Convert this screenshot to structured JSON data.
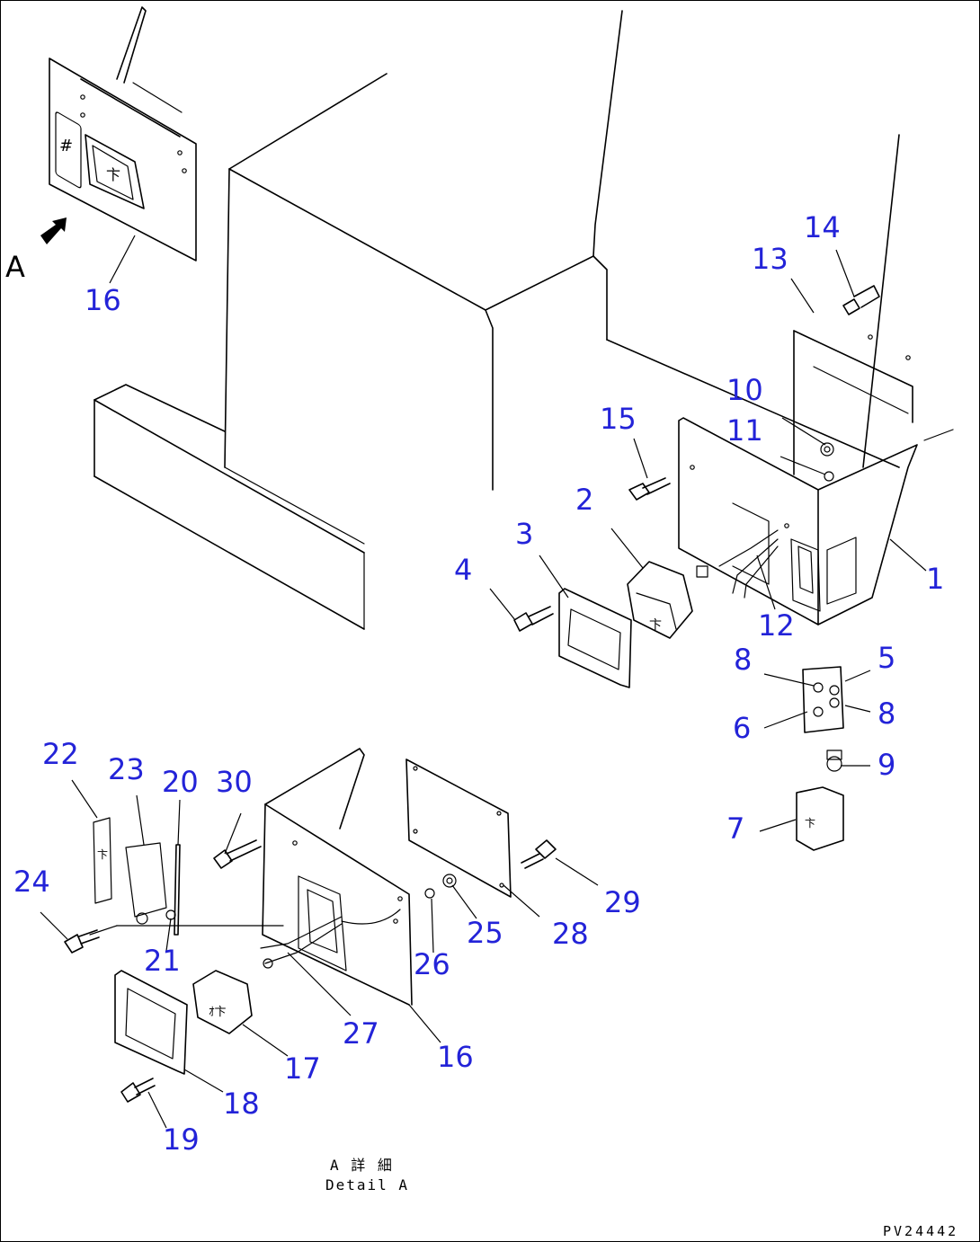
{
  "diagram": {
    "view_letter": "A",
    "caption_jp": "A 詳 細",
    "caption_en": "Detail A",
    "drawing_code": "PV24442",
    "callouts": [
      "1",
      "2",
      "3",
      "4",
      "5",
      "6",
      "7",
      "8",
      "8",
      "9",
      "10",
      "11",
      "12",
      "13",
      "14",
      "15",
      "16",
      "16",
      "17",
      "18",
      "19",
      "20",
      "21",
      "22",
      "23",
      "24",
      "25",
      "26",
      "27",
      "28",
      "29",
      "30"
    ],
    "callout_color": "#2323d8"
  }
}
